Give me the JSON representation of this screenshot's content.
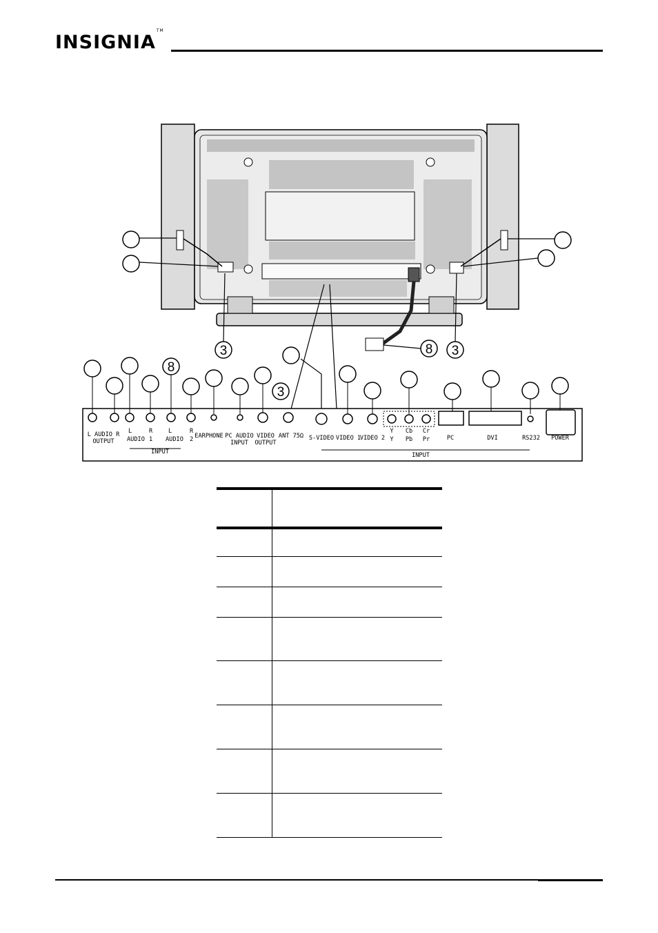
{
  "header": {
    "brand": "INSIGNIA",
    "trademark": "TM"
  },
  "figure": {
    "callouts": {
      "c3_left": "3",
      "c3_right": "3",
      "c8_top": "8",
      "c8_panel": "8",
      "c3_panel": "3"
    },
    "jack_labels": {
      "audio_out_l": "L AUDIO R",
      "audio_out_sub": "OUTPUT",
      "audio1_l": "L",
      "audio1_r": "R",
      "audio1_word": "AUDIO",
      "audio1_num": "1",
      "audio2_l": "L",
      "audio2_r": "R",
      "audio2_word": "AUDIO",
      "audio2_num": "2",
      "input_left": "INPUT",
      "earphone": "EARPHONE",
      "pc_audio": "PC AUDIO",
      "pc_audio_sub": "INPUT",
      "video_out": "VIDEO",
      "video_out_sub": "OUTPUT",
      "ant": "ANT 75Ω",
      "svideo": "S-VIDEO",
      "video1": "VIDEO 1",
      "video2": "VIDEO 2",
      "y_top": "Y",
      "y_bot": "Y",
      "cb_top": "Cb",
      "pb_bot": "Pb",
      "cr_top": "Cr",
      "pr_bot": "Pr",
      "pc": "PC",
      "dvi": "DVI",
      "rs232": "RS232",
      "power": "POWER",
      "input_right": "INPUT"
    }
  },
  "table": {
    "rows": [
      {
        "a": "",
        "b": ""
      },
      {
        "a": "",
        "b": ""
      },
      {
        "a": "",
        "b": ""
      },
      {
        "a": "",
        "b": ""
      },
      {
        "a": "",
        "b": ""
      },
      {
        "a": "",
        "b": ""
      },
      {
        "a": "",
        "b": ""
      },
      {
        "a": "",
        "b": ""
      }
    ]
  }
}
